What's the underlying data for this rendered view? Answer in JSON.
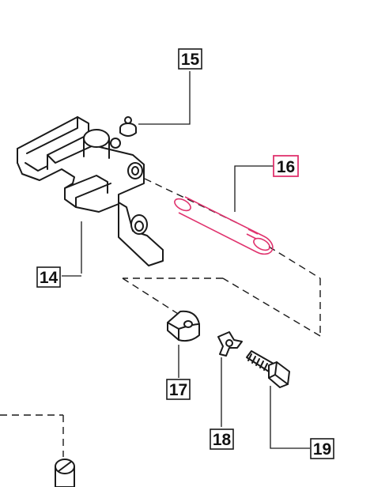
{
  "diagram": {
    "highlight_color": "#e0336e",
    "line_color": "#1a1a1a",
    "callouts": [
      {
        "id": "callout-14",
        "label": "14"
      },
      {
        "id": "callout-15",
        "label": "15"
      },
      {
        "id": "callout-16",
        "label": "16",
        "highlighted": true
      },
      {
        "id": "callout-17",
        "label": "17"
      },
      {
        "id": "callout-18",
        "label": "18"
      },
      {
        "id": "callout-19",
        "label": "19"
      }
    ]
  }
}
